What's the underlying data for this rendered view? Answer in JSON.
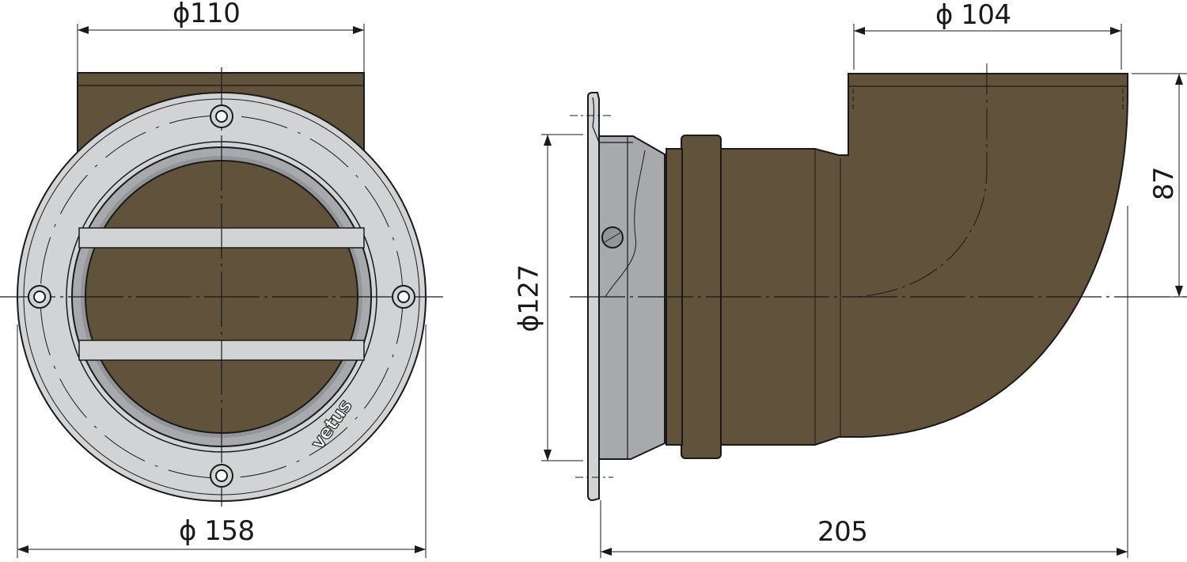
{
  "title": "Vetus cowl vent technical drawing",
  "colors": {
    "body": "#61523b",
    "steel_light": "#d1d3d4",
    "steel_mid": "#a7a9ac",
    "steel_dark": "#939598",
    "line": "#1a1a1a",
    "background": "#ffffff"
  },
  "front_view": {
    "dimensions": {
      "top_width": "ϕ110",
      "flange_diameter": "ϕ 158"
    },
    "logo": "vetus",
    "screw_holes": 4,
    "grille_bars": 2
  },
  "side_view": {
    "dimensions": {
      "outlet_diameter": "ϕ 104",
      "flange_inner_diameter": "ϕ127",
      "height_to_center": "87",
      "total_length": "205"
    }
  }
}
